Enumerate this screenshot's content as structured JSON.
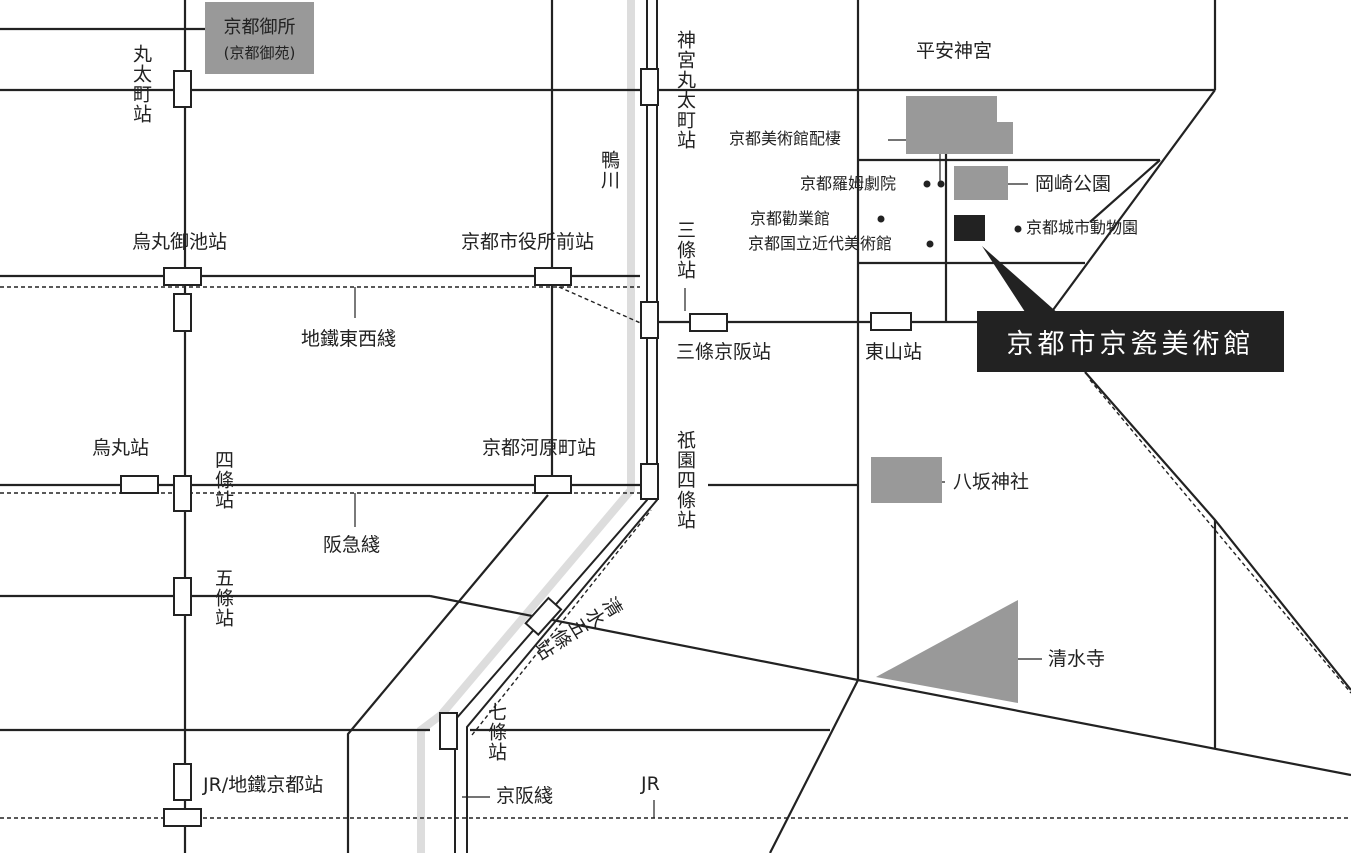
{
  "landmarks": {
    "gosho_main": "京都御所",
    "gosho_sub": "(京都御苑)",
    "heian": "平安神宮",
    "annex": "京都美術館配棲",
    "rohm": "京都羅姆劇院",
    "okazaki": "岡崎公園",
    "kangyokan": "京都勸業館",
    "momak": "京都国立近代美術館",
    "zoo": "京都城市動物園",
    "yasaka": "八坂神社",
    "kiyomizu": "清水寺",
    "kamo": "鴨川"
  },
  "stations": {
    "marutamachi": "丸太町站",
    "jingu": "神宮丸太町站",
    "karasuma_oike": "烏丸御池站",
    "shiyakusho": "京都市役所前站",
    "sanjo": "三條站",
    "sanjo_keihan": "三條京阪站",
    "higashiyama": "東山站",
    "karasuma": "烏丸站",
    "shijo": "四條站",
    "kawaramachi": "京都河原町站",
    "gion": "祇園四條站",
    "gojo": "五條站",
    "kiyomizu_gojo": "清水五條站",
    "shichijo": "七條站",
    "kyoto": "JR/地鐵京都站"
  },
  "lines": {
    "tozai": "地鐵東西綫",
    "hankyu": "阪急綫",
    "keihan": "京阪綫",
    "jr": "JR"
  },
  "target": {
    "name": "京都市京瓷美術館"
  },
  "colors": {
    "road": "#222222",
    "river": "#dddddd",
    "area": "#999999",
    "target": "#222222"
  }
}
